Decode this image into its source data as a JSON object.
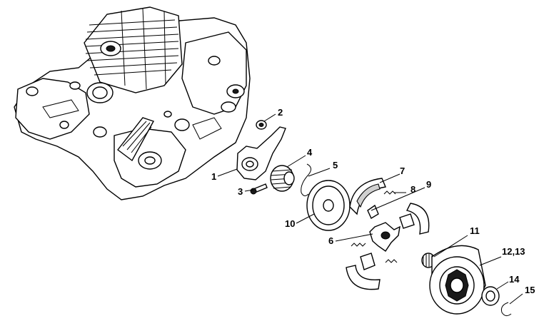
{
  "diagram": {
    "callouts": [
      {
        "id": "c1",
        "label": "1"
      },
      {
        "id": "c2",
        "label": "2"
      },
      {
        "id": "c3",
        "label": "3"
      },
      {
        "id": "c4",
        "label": "4"
      },
      {
        "id": "c5",
        "label": "5"
      },
      {
        "id": "c6",
        "label": "6"
      },
      {
        "id": "c7",
        "label": "7"
      },
      {
        "id": "c8",
        "label": "8"
      },
      {
        "id": "c9",
        "label": "9"
      },
      {
        "id": "c10",
        "label": "10"
      },
      {
        "id": "c11",
        "label": "11"
      },
      {
        "id": "c12",
        "label": "12,13"
      },
      {
        "id": "c14",
        "label": "14"
      },
      {
        "id": "c15",
        "label": "15"
      }
    ]
  }
}
